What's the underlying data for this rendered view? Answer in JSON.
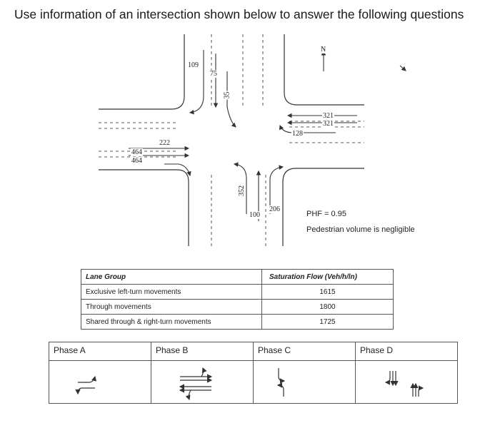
{
  "question": "Use information of an intersection shown below to answer the following questions",
  "diagram": {
    "north_arrow": "N",
    "volumes": {
      "sb_through": "109",
      "sb_left": "75",
      "sb_right": "35",
      "wb_through_1": "321",
      "wb_through_2": "321",
      "wb_left": "128",
      "eb_right": "222",
      "eb_through_1": "464",
      "eb_through_2": "464",
      "nb_left": "352",
      "nb_through": "100",
      "nb_right": "206"
    },
    "notes": {
      "phf": "PHF = 0.95",
      "pedestrian": "Pedestrian volume is negligible"
    }
  },
  "saturation_table": {
    "header": {
      "lane_group": "Lane Group",
      "saturation_flow": "Saturation Flow (Veh/h/ln)"
    },
    "rows": [
      {
        "lane_group": "Exclusive left-turn movements",
        "saturation_flow": "1615"
      },
      {
        "lane_group": "Through movements",
        "saturation_flow": "1800"
      },
      {
        "lane_group": "Shared through & right-turn movements",
        "saturation_flow": "1725"
      }
    ]
  },
  "phases": [
    "Phase A",
    "Phase B",
    "Phase C",
    "Phase D"
  ]
}
